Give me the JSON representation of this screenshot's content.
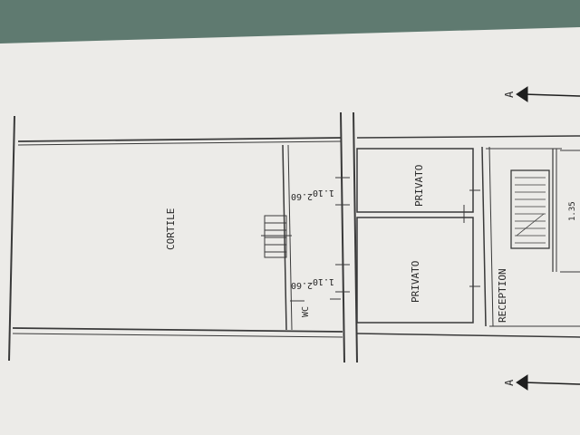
{
  "plan": {
    "rooms": {
      "courtyard": "CORTILE",
      "private_upper": "PRIVATO",
      "private_lower": "PRIVATO",
      "reception": "RECEPTION"
    },
    "dimensions": {
      "window_upper_height": "2.60",
      "window_upper_sill": "1.10",
      "window_lower_height": "2.60",
      "window_lower_sill": "1.10",
      "stair_width": "1.35"
    },
    "markers": {
      "wc": "WC",
      "section_top": "A",
      "section_bottom": "A"
    }
  },
  "colors": {
    "background": "#5f7a70",
    "paper": "#ecebe8",
    "lines": "#3a3a3a",
    "text": "#2a2a2a"
  }
}
